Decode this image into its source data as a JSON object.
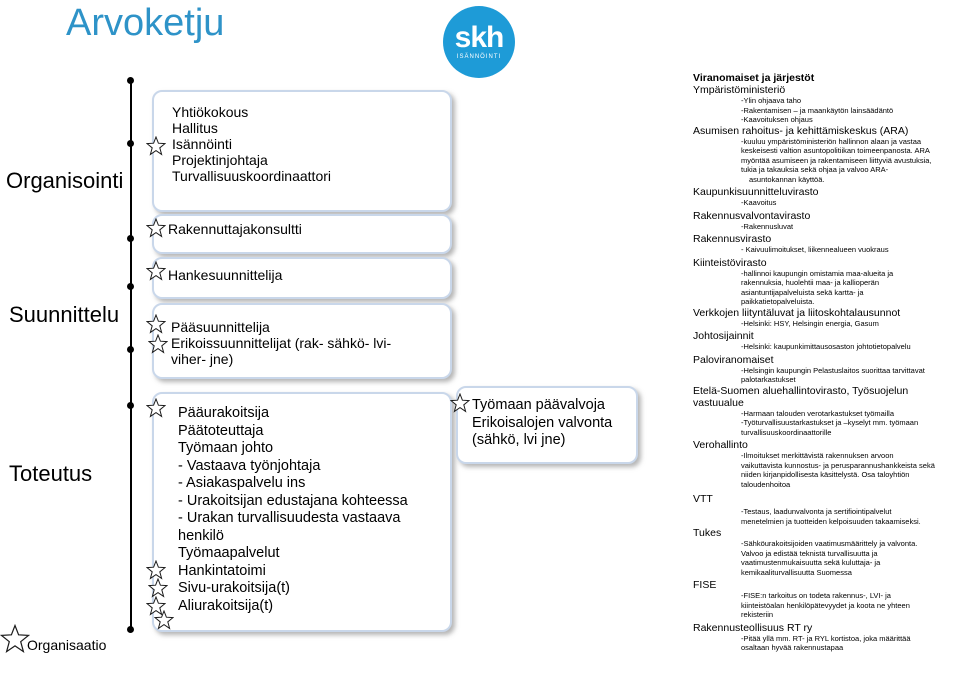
{
  "title": "Arvoketju",
  "logo": {
    "text": "skh",
    "subtext": "ISÄNNÖINTI"
  },
  "phases": {
    "organisointi": "Organisointi",
    "suunnittelu": "Suunnittelu",
    "toteutus": "Toteutus"
  },
  "footer_label": "Organisaatio",
  "boxes": {
    "org": [
      "Yhtiökokous",
      "Hallitus",
      "Isännöinti",
      "Projektinjohtaja",
      "Turvallisuuskoordinaattori"
    ],
    "rak": [
      "Rakennuttajakonsultti"
    ],
    "hanke": [
      "Hankesuunnittelija"
    ],
    "paa": [
      "Pääsuunnittelija",
      "Erikoissuunnittelijat (rak- sähkö- lvi-",
      "viher- jne)"
    ],
    "tot": [
      "Pääurakoitsija",
      "Päätoteuttaja",
      "Työmaan johto",
      "- Vastaava työnjohtaja",
      "- Asiakaspalvelu ins",
      "- Urakoitsijan edustajana kohteessa",
      "- Urakan turvallisuudesta vastaava",
      "henkilö",
      "Työmaapalvelut",
      "Hankintatoimi",
      "Sivu-urakoitsija(t)",
      "Aliurakoitsija(t)"
    ],
    "valvonta": [
      "Työmaan päävalvoja",
      "Erikoisalojen valvonta",
      "(sähkö, lvi jne)"
    ]
  },
  "authorities": [
    {
      "heading": "Viranomaiset ja järjestöt",
      "bold": true,
      "sub": []
    },
    {
      "heading": "Ympäristöministeriö",
      "sub": [
        "-Ylin ohjaava taho",
        "-Rakentamisen – ja maankäytön lainsäädäntö",
        "-Kaavoituksen ohjaus"
      ]
    },
    {
      "heading": "Asumisen rahoitus- ja kehittämiskeskus (ARA)",
      "sub": [
        "-kuuluu ympäristöministeriön hallinnon alaan ja vastaa",
        "keskeisesti valtion asuntopolitiikan toimeenpanosta. ARA",
        "myöntää asumiseen ja rakentamiseen liittyviä avustuksia,",
        "tukia ja takauksia sekä ohjaa ja valvoo ARA-",
        "asuntokannan käyttöä."
      ]
    },
    {
      "heading": "Kaupunkisuunnitteluvirasto",
      "sub": [
        "-Kaavoitus"
      ]
    },
    {
      "heading": "Rakennusvalvontavirasto",
      "sub": [
        "-Rakennusluvat"
      ]
    },
    {
      "heading": "Rakennusvirasto",
      "sub": [
        "- Kaivuulimoitukset, liikennealueen vuokraus"
      ]
    },
    {
      "heading": "Kiinteistövirasto",
      "sub": [
        "-hallinnoi kaupungin omistamia maa-alueita ja",
        "rakennuksia, huolehtii maa- ja kallioperän",
        "asiantuntijapalveluista sekä kartta- ja",
        "paikkatietopalveluista."
      ]
    },
    {
      "heading": "Verkkojen liityntäluvat ja liitoskohtalausunnot",
      "sub": [
        "-Helsinki: HSY, Helsingin energia, Gasum"
      ]
    },
    {
      "heading": "Johtosijainnit",
      "sub": [
        "-Helsinki: kaupunkimittausosaston johtotietopalvelu"
      ]
    },
    {
      "heading": "Paloviranomaiset",
      "sub": [
        "-Helsingin kaupungin Pelastuslaitos suorittaa tarvittavat",
        "palotarkastukset"
      ]
    },
    {
      "heading": "Etelä-Suomen aluehallintovirasto, Työsuojelun",
      "heading2": "vastuualue",
      "sub": [
        "-Harmaan talouden verotarkastukset työmailla",
        "-Työturvallisuustarkastukset ja –kyselyt mm. työmaan",
        "turvallisuuskoordinaattorille"
      ]
    },
    {
      "heading": "Verohallinto",
      "sub": [
        "-Ilmoitukset merkittävistä rakennuksen arvoon",
        "vaikuttavista kunnostus- ja perusparannushankkeista sekä",
        "niiden kirjanpidollisesta käsittelystä. Osa taloyhtiön",
        "taloudenhoitoa"
      ]
    },
    {
      "heading": "VTT",
      "sub": [
        "-Testaus, laadunvalvonta ja sertifiointipalvelut",
        "menetelmien ja tuotteiden kelpoisuuden takaamiseksi."
      ]
    },
    {
      "heading": "Tukes",
      "sub": [
        "-Sähköurakoitsijoiden vaatimusmäärittely ja valvonta.",
        "Valvoo ja edistää teknistä turvallisuutta ja",
        "vaatimustenmukaisuutta sekä kuluttaja- ja",
        "kemikaaliturvallisuutta Suomessa"
      ]
    },
    {
      "heading": "FISE",
      "sub": [
        "-FISE:n tarkoitus on todeta rakennus-, LVI- ja",
        "kiinteistöalan henkilöpätevyydet ja koota ne yhteen",
        "rekisteriin"
      ]
    },
    {
      "heading": "Rakennusteollisuus RT ry",
      "sub": [
        "-Pitää yllä mm. RT- ja RYL kortistoa, joka määrittää",
        "osaltaan hyvää rakennustapaa"
      ]
    }
  ],
  "colors": {
    "title": "#2e93c8",
    "logo": "#1e9bd7",
    "box_border": "#c9d7ea",
    "star": "#1a1a1a"
  }
}
